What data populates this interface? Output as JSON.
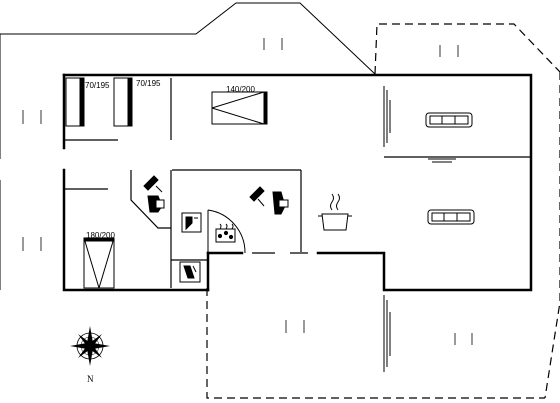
{
  "bed_labels": {
    "bed_1": "70/195",
    "bed_2": "70/195",
    "bed_3": "140/200",
    "bed_4": "180/200"
  },
  "compass_label": "N",
  "colors": {
    "line": "#000000",
    "background": "#ffffff"
  },
  "icons": [
    "sofa-icon",
    "sofa-icon",
    "toilet-icon",
    "toilet-icon",
    "shower-icon",
    "shower-icon",
    "washing-machine-icon",
    "dishwasher-icon",
    "hot-tub-icon",
    "cooking-pot-icon",
    "fireplace-icon",
    "compass-rose-icon"
  ]
}
